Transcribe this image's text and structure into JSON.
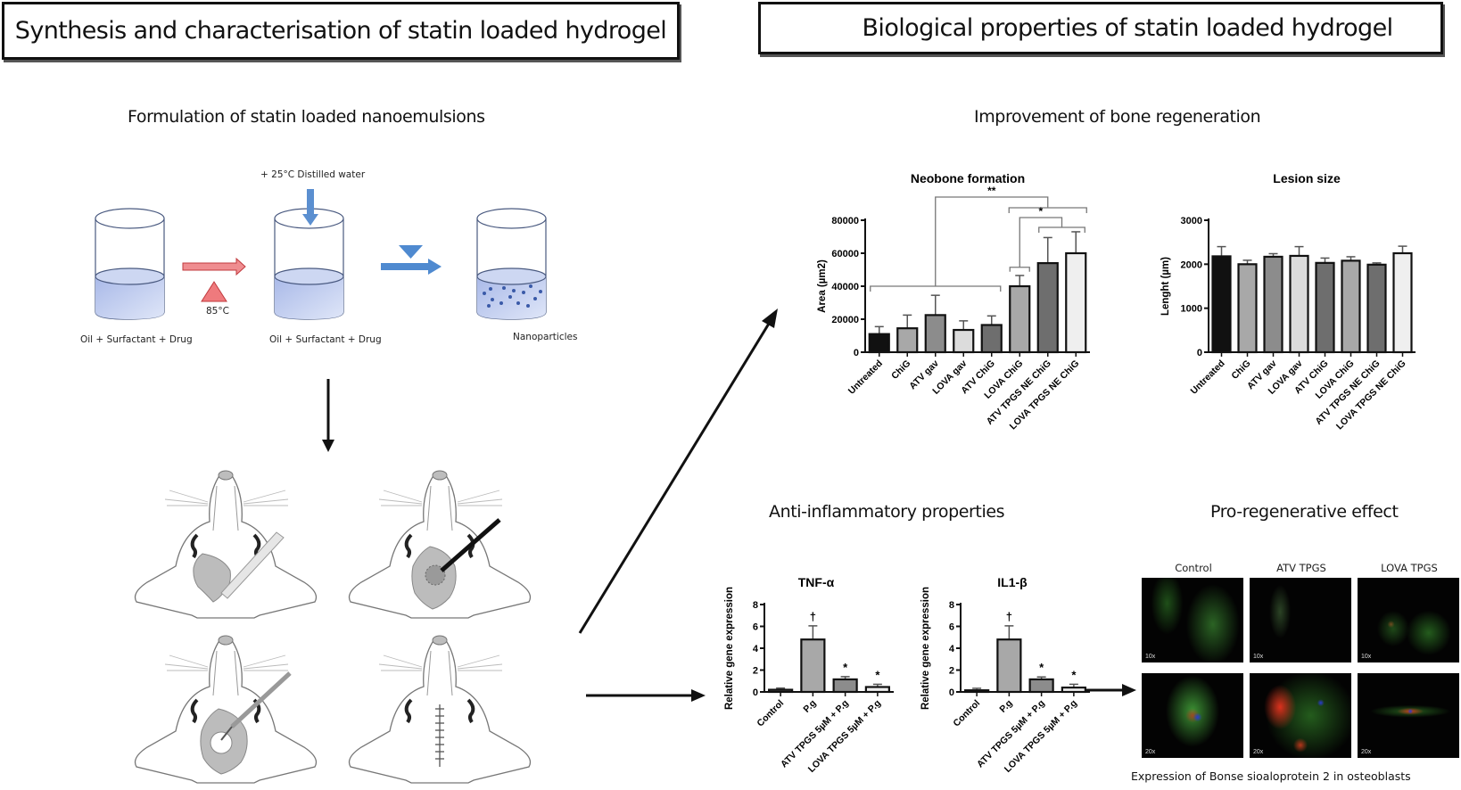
{
  "headers": {
    "left": "Synthesis and characterisation of statin loaded hydrogel",
    "right": "Biological properties of statin loaded hydrogel"
  },
  "sections": {
    "formulation": "Formulation of statin loaded nanoemulsions",
    "bone_regeneration": "Improvement of bone regeneration",
    "anti_inflammatory": "Anti-inflammatory properties",
    "pro_regenerative": "Pro-regenerative effect"
  },
  "formulation_diagram": {
    "beaker1_label": "Oil + Surfactant + Drug",
    "heat_label": "85°C",
    "water_label": "+ 25°C Distilled water",
    "beaker2_label": "Oil + Surfactant + Drug",
    "beaker3_label": "Nanoparticles",
    "colors": {
      "liquid": "#b8c6ec",
      "heat_arrow": "#e8676b",
      "cool_arrow": "#4a86c8",
      "particle": "#3a5aa8"
    }
  },
  "surgery_steps": [
    {
      "name": "incision-with-scalpel"
    },
    {
      "name": "bone-defect-drilling"
    },
    {
      "name": "hydrogel-injection"
    },
    {
      "name": "suture-closure"
    }
  ],
  "microscopy": {
    "columns": [
      "Control",
      "ATV TPGS",
      "LOVA TPGS"
    ],
    "rows": [
      "10x",
      "20x"
    ],
    "caption": "Expression of Bonse sioaloprotein 2 in osteoblasts"
  },
  "chart_data": [
    {
      "id": "neobone",
      "type": "bar",
      "title": "Neobone formation",
      "xlabel": "",
      "ylabel": "Area (µm2)",
      "ylim": [
        0,
        80000
      ],
      "yticks": [
        0,
        20000,
        40000,
        60000,
        80000
      ],
      "categories": [
        "Untreated",
        "ChiG",
        "ATV gav",
        "LOVA gav",
        "ATV ChiG",
        "LOVA ChiG",
        "ATV TPGS NE ChiG",
        "LOVA TPGS  NE ChiG"
      ],
      "values": [
        11000,
        14500,
        22500,
        13500,
        16500,
        40000,
        54000,
        60000
      ],
      "errors": [
        4500,
        8000,
        12000,
        5500,
        5500,
        6500,
        15500,
        13000
      ],
      "bar_colors": [
        "#111111",
        "#a8a8a8",
        "#8c8c8c",
        "#dcdcdc",
        "#6e6e6e",
        "#a8a8a8",
        "#6e6e6e",
        "#efefef"
      ],
      "significance": [
        {
          "label": "**",
          "from": "Untreated–ATV ChiG",
          "to": "LOVA ChiG–LOVA TPGS NE ChiG"
        },
        {
          "label": "*",
          "from": "LOVA ChiG",
          "to": "ATV TPGS NE ChiG–LOVA TPGS NE ChiG"
        }
      ],
      "grid": false
    },
    {
      "id": "lesion",
      "type": "bar",
      "title": "Lesion size",
      "xlabel": "",
      "ylabel": "Lenght (µm)",
      "ylim": [
        0,
        3000
      ],
      "yticks": [
        0,
        1000,
        2000,
        3000
      ],
      "categories": [
        "Untreated",
        "ChiG",
        "ATV gav",
        "LOVA gav",
        "ATV ChiG",
        "LOVA ChiG",
        "ATV TPGS NE ChiG",
        "LOVA TPGS NE ChiG"
      ],
      "values": [
        2180,
        2000,
        2170,
        2190,
        2030,
        2080,
        1990,
        2250
      ],
      "errors": [
        220,
        90,
        70,
        210,
        110,
        90,
        40,
        160
      ],
      "bar_colors": [
        "#111111",
        "#a8a8a8",
        "#8c8c8c",
        "#dcdcdc",
        "#6e6e6e",
        "#a8a8a8",
        "#6e6e6e",
        "#efefef"
      ],
      "grid": false
    },
    {
      "id": "tnf",
      "type": "bar",
      "title": "TNF-α",
      "xlabel": "",
      "ylabel": "Relative gene expression",
      "ylim": [
        0,
        8
      ],
      "yticks": [
        0,
        2,
        4,
        6,
        8
      ],
      "categories": [
        "Control",
        "P.g",
        "ATV TPGS 5µM + P.g",
        "LOVA TPGS 5µM + P.g"
      ],
      "values": [
        0.2,
        4.8,
        1.15,
        0.45
      ],
      "errors": [
        0.15,
        1.25,
        0.25,
        0.25
      ],
      "annotations": [
        "",
        "†",
        "*",
        "*"
      ],
      "bar_colors": [
        "#6e6e6e",
        "#a8a8a8",
        "#8c8c8c",
        "#efefef"
      ],
      "grid": false
    },
    {
      "id": "il1b",
      "type": "bar",
      "title": "IL1-β",
      "xlabel": "",
      "ylabel": "Relative gene expression",
      "ylim": [
        0,
        8
      ],
      "yticks": [
        0,
        2,
        4,
        6,
        8
      ],
      "categories": [
        "Control",
        "P.g",
        "ATV TPGS 5µM + P.g",
        "LOVA TPGS 5µM + P.g"
      ],
      "values": [
        0.15,
        4.8,
        1.15,
        0.4
      ],
      "errors": [
        0.18,
        1.25,
        0.22,
        0.3
      ],
      "annotations": [
        "",
        "†",
        "*",
        "*"
      ],
      "bar_colors": [
        "#6e6e6e",
        "#a8a8a8",
        "#8c8c8c",
        "#efefef"
      ],
      "grid": false
    }
  ]
}
